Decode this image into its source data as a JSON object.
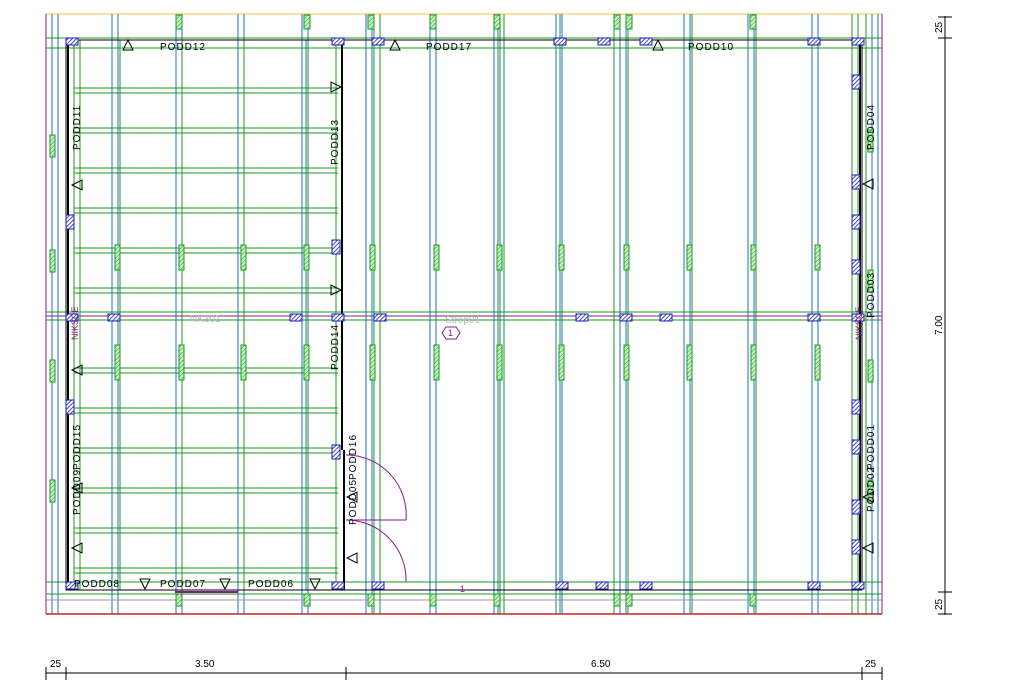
{
  "drawing": {
    "labels": {
      "podd12": "PODD12",
      "podd17": "PODD17",
      "podd10": "PODD10",
      "podd11": "PODD11",
      "podd13": "PODD13",
      "podd14": "PODD14",
      "podd04": "PODD04",
      "podd03": "PODD03",
      "podd02": "PODD02",
      "podd01": "PODD01",
      "podd09": "PODD09",
      "podd15": "PODD15",
      "podd08": "PODD08",
      "podd07": "PODD07",
      "podd06": "PODD06",
      "podd05": "PODD05",
      "podd16": "PODD16",
      "niksce_left": "NIKSCE",
      "niksce_right": "NIKSCE",
      "nk301": "NK301",
      "strop01": "Strop01",
      "room_marker": "1",
      "bottom_marker": "1"
    },
    "dimensions": {
      "bottom": [
        "25",
        "3.50",
        "6.50",
        "25"
      ],
      "right": [
        "25",
        "7.00",
        "25"
      ]
    }
  },
  "colors": {
    "grid_blue": "#1e6fd0",
    "beam_green": "#1a9a1a",
    "frame_purple": "#8a1a8a",
    "wall_black": "#000000",
    "opening_blue": "#1a1ab8",
    "top_border": "#f0c040",
    "bottom_border": "#d02020"
  }
}
